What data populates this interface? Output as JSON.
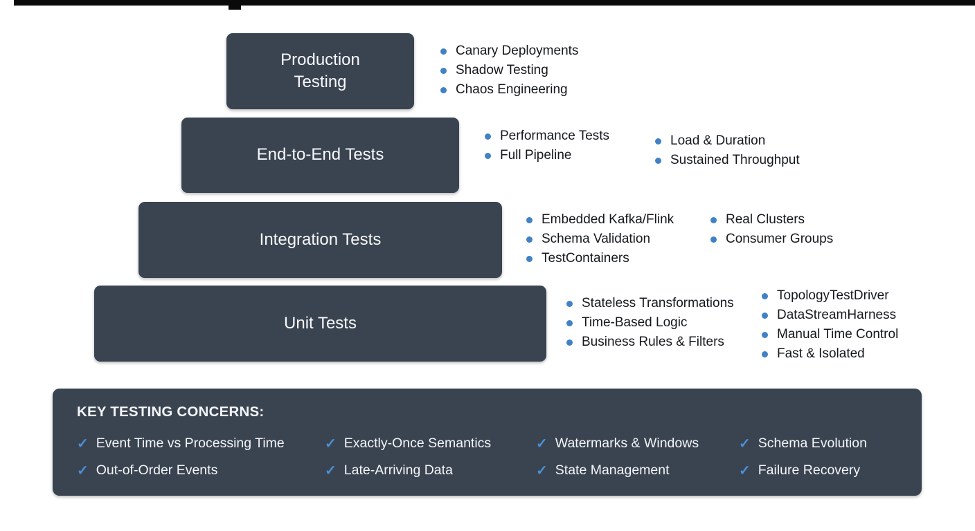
{
  "colors": {
    "box_bg": "#3a4451",
    "bullet_blue": "#4181c6",
    "check_blue": "#4a90d5",
    "background": "#ffffff",
    "bullet_text": "#15181c",
    "box_text": "#f7f8fa"
  },
  "pyramid": {
    "levels": [
      {
        "label": "Production Testing",
        "columns": [
          [
            "Canary Deployments",
            "Shadow Testing",
            "Chaos Engineering"
          ]
        ]
      },
      {
        "label": "End-to-End Tests",
        "columns": [
          [
            "Performance Tests",
            "Full Pipeline"
          ],
          [
            "Load & Duration",
            "Sustained Throughput"
          ]
        ]
      },
      {
        "label": "Integration Tests",
        "columns": [
          [
            "Embedded Kafka/Flink",
            "Schema Validation",
            "TestContainers"
          ],
          [
            "Real Clusters",
            "Consumer Groups"
          ]
        ]
      },
      {
        "label": "Unit Tests",
        "columns": [
          [
            "Stateless Transformations",
            "Time-Based Logic",
            "Business Rules & Filters"
          ],
          [
            "TopologyTestDriver",
            "DataStreamHarness",
            "Manual Time Control",
            "Fast & Isolated"
          ]
        ]
      }
    ]
  },
  "key_concerns": {
    "title": "KEY TESTING CONCERNS:",
    "rows": [
      [
        "Event Time vs Processing Time",
        "Exactly-Once Semantics",
        "Watermarks & Windows",
        "Schema Evolution"
      ],
      [
        "Out-of-Order Events",
        "Late-Arriving Data",
        "State Management",
        "Failure Recovery"
      ]
    ]
  }
}
